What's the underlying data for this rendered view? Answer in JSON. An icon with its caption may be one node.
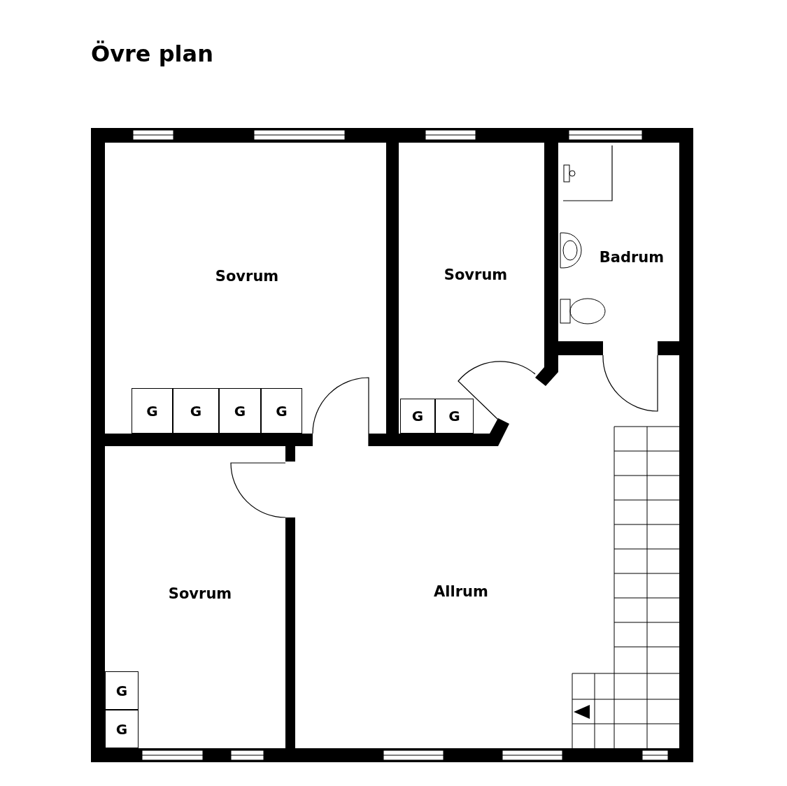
{
  "diagram": {
    "title": "Övre plan",
    "nodes": [
      {
        "text": [
          "Sovrum"
        ]
      },
      {
        "text": [
          "G"
        ],
        "in": 0
      },
      {
        "text": [
          "G"
        ],
        "in": 0
      },
      {
        "text": [
          "G"
        ],
        "in": 0
      },
      {
        "text": [
          "G"
        ],
        "in": 0
      },
      {
        "text": [
          "Sovrum"
        ]
      },
      {
        "text": [
          "G"
        ],
        "in": 5
      },
      {
        "text": [
          "G"
        ],
        "in": 5
      },
      {
        "text": [
          "Badrum"
        ]
      },
      {
        "text": [
          "Sovrum"
        ]
      },
      {
        "text": [
          "G"
        ],
        "in": 9
      },
      {
        "text": [
          "G"
        ],
        "in": 9
      },
      {
        "text": [
          "Allrum"
        ]
      }
    ]
  }
}
